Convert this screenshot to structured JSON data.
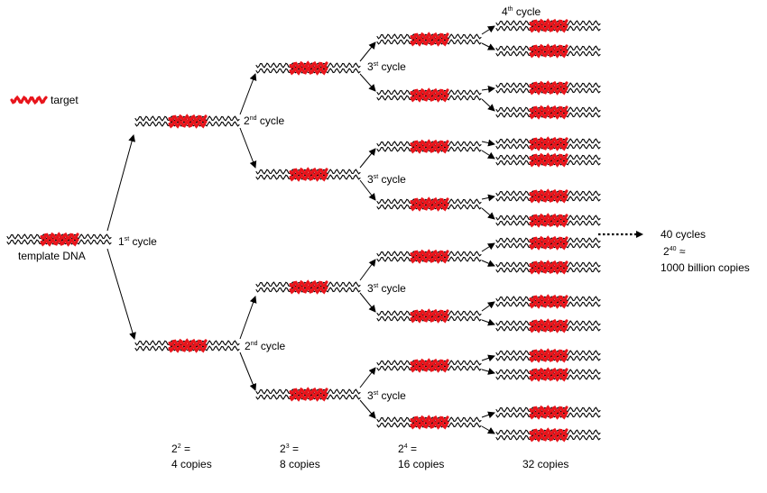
{
  "legend": {
    "label": "target",
    "target_color": "#e8141b"
  },
  "strand_color": "#000000",
  "template_label": "template DNA",
  "cycle_word": "cycle",
  "cycles": [
    {
      "number": "1",
      "suffix": "st"
    },
    {
      "number": "2",
      "suffix": "nd"
    },
    {
      "number": "3",
      "suffix": "st"
    },
    {
      "number": "4",
      "suffix": "th"
    }
  ],
  "final": {
    "cycles_label": "40 cycles",
    "power_base": "2",
    "power_exp": "40",
    "approx_symbol": "≈",
    "copies_label": "1000 billion copies"
  },
  "counts": [
    {
      "base": "2",
      "exp": "2",
      "eq": "=",
      "copies": "4 copies"
    },
    {
      "base": "2",
      "exp": "3",
      "eq": "=",
      "copies": "8 copies"
    },
    {
      "base": "2",
      "exp": "4",
      "eq": "=",
      "copies": "16 copies"
    },
    {
      "base": "",
      "exp": "",
      "eq": "",
      "copies": "32 copies"
    }
  ]
}
